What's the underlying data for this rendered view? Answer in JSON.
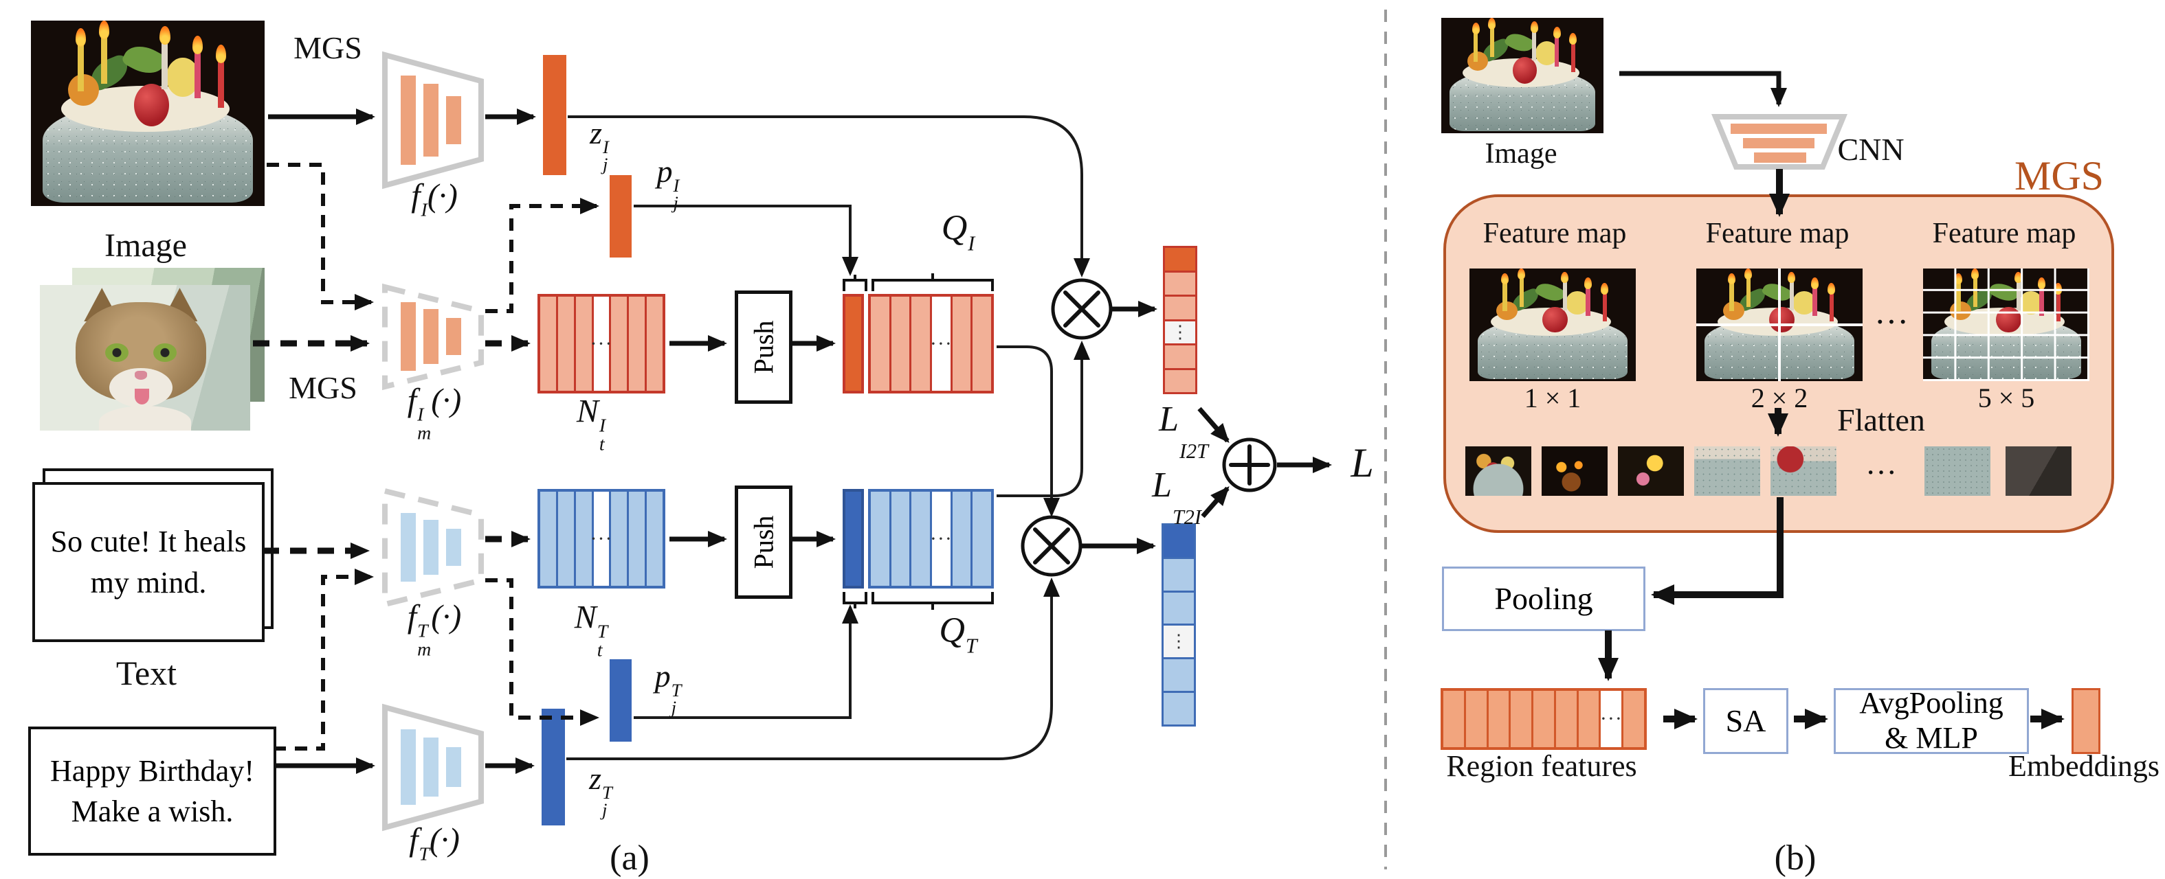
{
  "figure": {
    "caption_a": "(a)",
    "caption_b": "(b)"
  },
  "colors": {
    "accent_orange": "#e0622d",
    "salmon_fill": "#f2b097",
    "red_border": "#c4392b",
    "encoder_bar_orange": "#eda27c",
    "encoder_bar_blue": "#bcd7ec",
    "accent_blue": "#3a67b8",
    "blue_fill": "#aecbe8",
    "blue_border": "#3f6cb5",
    "mgs_box_fill": "#f9d7c3",
    "mgs_box_border": "#b45326",
    "mgs_text": "#b5531e",
    "module_box_border": "#92a8d3",
    "region_fill": "#f2a57e",
    "region_border": "#d2582a"
  },
  "panel_a": {
    "mgs_top": "MGS",
    "mgs_bottom": "MGS",
    "image_label": "Image",
    "text_label": "Text",
    "push": "Push",
    "hdots": "···",
    "vdots": "⋮",
    "card_top": {
      "line1": "So cute! It heals",
      "line2": "my mind."
    },
    "card_bottom": {
      "line1": "Happy Birthday!",
      "line2": "Make a wish."
    },
    "math": {
      "f_I": {
        "base": "f",
        "sup": "I",
        "sub": "",
        "post": "(·)"
      },
      "f_m_I": {
        "base": "f",
        "sup": "I",
        "sub": "m",
        "post": "(·)"
      },
      "f_m_T": {
        "base": "f",
        "sup": "T",
        "sub": "m",
        "post": "(·)"
      },
      "f_T": {
        "base": "f",
        "sup": "T",
        "sub": "",
        "post": "(·)"
      },
      "z_I": {
        "base": "z",
        "sup": "I",
        "sub": "j",
        "post": ""
      },
      "p_I": {
        "base": "p",
        "sup": "I",
        "sub": "j",
        "post": ""
      },
      "N_I": {
        "base": "N",
        "sup": "I",
        "sub": "t",
        "post": ""
      },
      "Q_I": {
        "base": "Q",
        "sup": "I",
        "sub": "",
        "post": ""
      },
      "z_T": {
        "base": "z",
        "sup": "T",
        "sub": "j",
        "post": ""
      },
      "p_T": {
        "base": "p",
        "sup": "T",
        "sub": "j",
        "post": ""
      },
      "N_T": {
        "base": "N",
        "sup": "T",
        "sub": "t",
        "post": ""
      },
      "Q_T": {
        "base": "Q",
        "sup": "T",
        "sub": "",
        "post": ""
      },
      "L_I2T": {
        "base": "L",
        "sup": "",
        "sub": "I2T",
        "post": ""
      },
      "L_T2I": {
        "base": "L",
        "sup": "",
        "sub": "T2I",
        "post": ""
      },
      "L": {
        "base": "L",
        "sup": "",
        "sub": "",
        "post": ""
      }
    }
  },
  "panel_b": {
    "image_label": "Image",
    "cnn": "CNN",
    "mgs": "MGS",
    "feature_map": "Feature map",
    "grid_1": "1 × 1",
    "grid_2": "2 × 2",
    "grid_5": "5 × 5",
    "flatten": "Flatten",
    "hdots": "···",
    "pooling": "Pooling",
    "region_features": "Region features",
    "sa": "SA",
    "avgpooling_line1": "AvgPooling",
    "avgpooling_line2": "& MLP",
    "embeddings": "Embeddings"
  }
}
